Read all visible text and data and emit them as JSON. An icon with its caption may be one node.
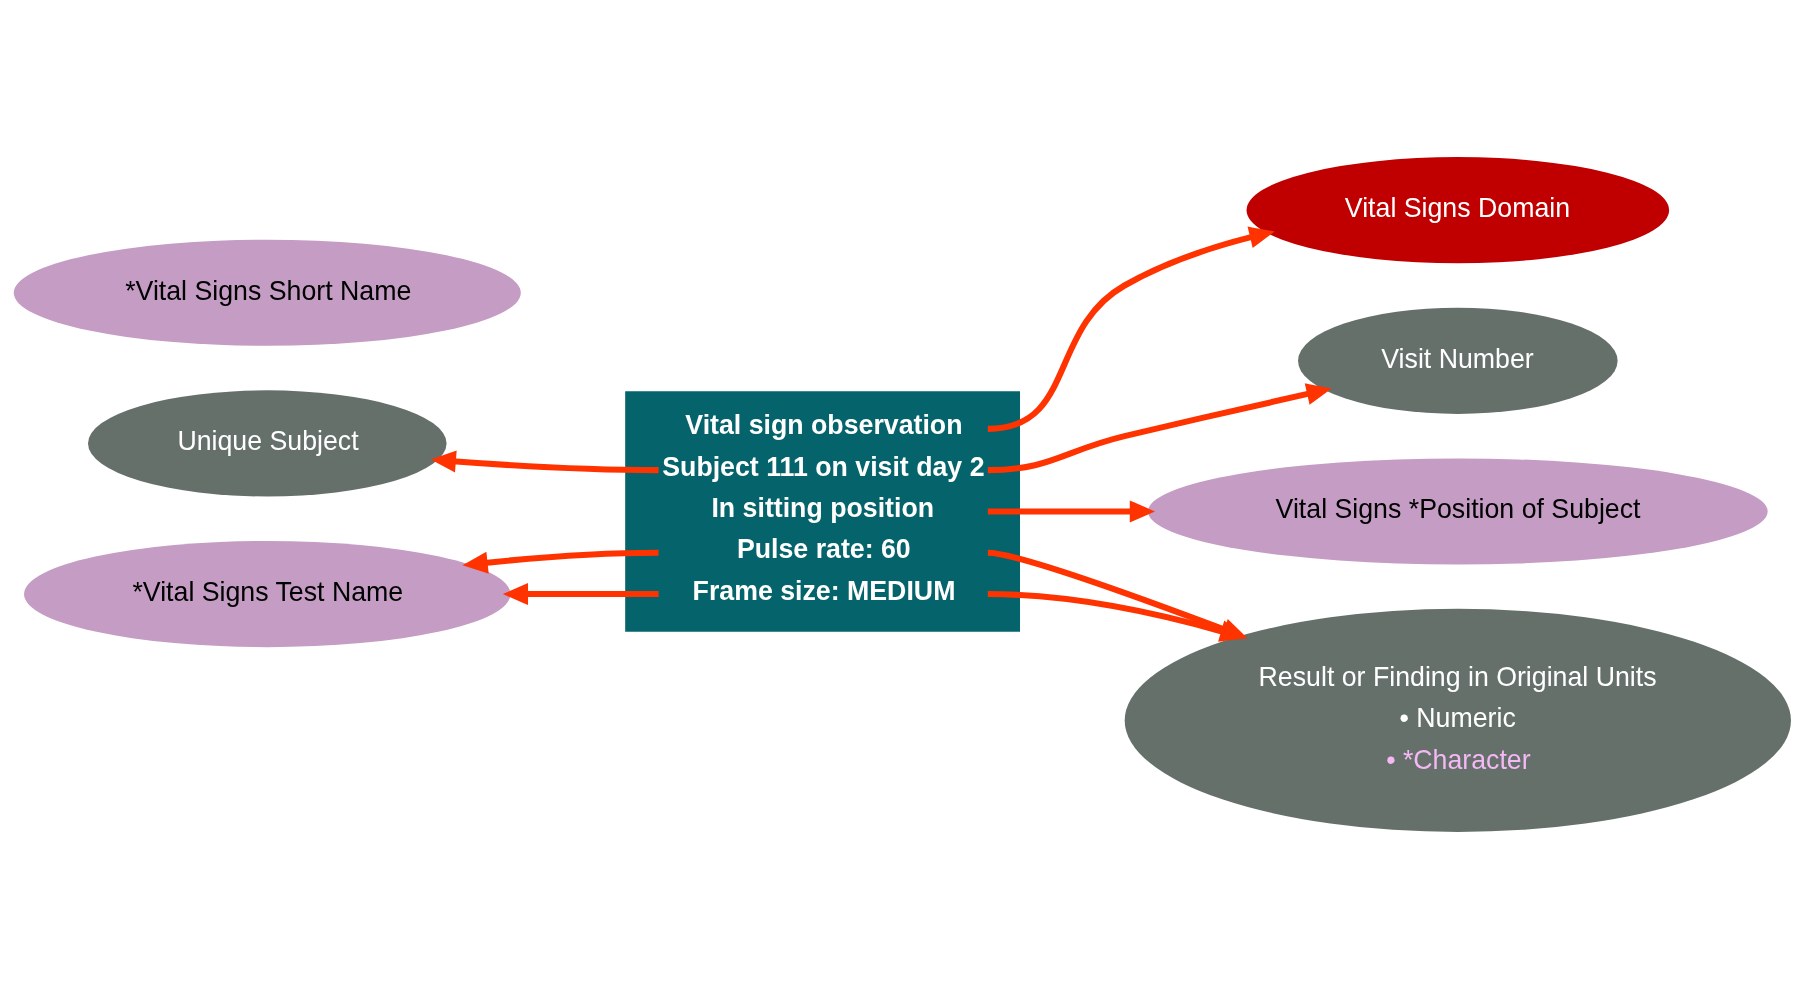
{
  "diagram": {
    "nodes": [
      {
        "text": [
          "Vital Signs Domain"
        ]
      },
      {
        "text": [
          "Unique Subject"
        ]
      },
      {
        "text": [
          "Visit Number"
        ]
      },
      {
        "text": [
          "Vital sign observation",
          "Subject 111 on visit day 2",
          "In sitting position",
          "Pulse rate: 60",
          "Frame size: MEDIUM"
        ]
      },
      {
        "text": [
          "Vital Signs *Position of Subject"
        ]
      },
      {
        "text": [
          "*Vital Signs Test Name"
        ]
      },
      {
        "text": [
          "*Vital Signs Short Name"
        ]
      },
      {
        "text": [
          "Result or Finding in Original Units",
          "• Numeric",
          "• *Character"
        ]
      }
    ],
    "edges": [
      {
        "from": 3,
        "to": 0,
        "arrow": "to"
      },
      {
        "from": 3,
        "to": 1,
        "arrow": "to"
      },
      {
        "from": 3,
        "to": 2,
        "arrow": "to"
      },
      {
        "from": 3,
        "to": 4,
        "arrow": "to"
      },
      {
        "from": 3,
        "to": 5,
        "arrow": "to"
      },
      {
        "from": 3,
        "to": 5,
        "arrow": "to"
      },
      {
        "from": 3,
        "to": 7,
        "arrow": "to"
      },
      {
        "from": 3,
        "to": 7,
        "arrow": "to"
      }
    ]
  }
}
